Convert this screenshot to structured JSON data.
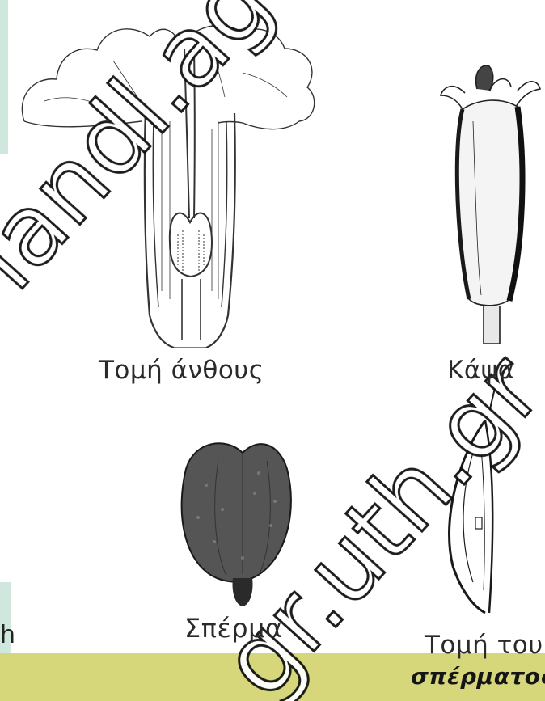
{
  "labels": {
    "flower_section": "Τομή άνθους",
    "capsule": "Κάψα",
    "seed": "Σπέρμα",
    "seed_section_line1": "Τομή του",
    "seed_section_line2": "σπέρματος",
    "edge_fragment": "h"
  },
  "watermark": {
    "text_upper": "landl.ag",
    "text_lower": "gr.uth.gr"
  },
  "colors": {
    "bottom_band": "#d6d77a",
    "accent_strip": "#cfe7dc",
    "ink": "#2a2a2a"
  }
}
